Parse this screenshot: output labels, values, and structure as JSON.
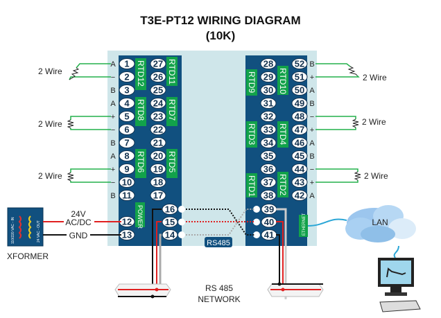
{
  "title": "T3E-PT12 WIRING DIAGRAM",
  "subtitle": "(10K)",
  "colors": {
    "panel": "#cfe6ea",
    "block": "#11507f",
    "rtd": "#12a24a",
    "wire_green": "#22b04a",
    "power_red": "#e02020",
    "ground_black": "#111111",
    "ethernet_cyan": "#2aa6d6"
  },
  "left_block": {
    "col1": [
      "1",
      "2",
      "3",
      "4",
      "5",
      "6",
      "7",
      "8",
      "9",
      "10",
      "11"
    ],
    "col2": [
      "27",
      "26",
      "25",
      "24",
      "23",
      "22",
      "21",
      "20",
      "19",
      "18",
      "17"
    ],
    "side_labels": [
      "A",
      "−",
      "B",
      "A",
      "+",
      "−",
      "B",
      "A",
      "+",
      "−",
      "B"
    ],
    "rtd_labels": [
      "RTD12",
      "RTD11",
      "RTD8",
      "RTD7",
      "RTD6",
      "RTD5"
    ],
    "power_terminals": [
      "12",
      "13"
    ],
    "power_label": "POWER",
    "rs485_terminals": [
      "16",
      "15",
      "14"
    ]
  },
  "right_block": {
    "col1": [
      "28",
      "29",
      "30",
      "31",
      "32",
      "33",
      "34",
      "35",
      "36",
      "37",
      "38"
    ],
    "col2": [
      "52",
      "51",
      "50",
      "49",
      "48",
      "47",
      "46",
      "45",
      "44",
      "43",
      "42"
    ],
    "side_labels": [
      "B",
      "+",
      "A",
      "B",
      "−",
      "+",
      "A",
      "B",
      "−",
      "+",
      "A"
    ],
    "rtd_labels": [
      "RTD9",
      "RTD10",
      "RTD3",
      "RTD4",
      "RTD1",
      "RTD2"
    ],
    "rs485_terminals": [
      "39",
      "40",
      "41"
    ],
    "ethernet_label": "ETHERNET"
  },
  "rs485_label": "RS485",
  "wire_labels": [
    "2 Wire",
    "2 Wire",
    "2 Wire",
    "2 Wire",
    "2 Wire",
    "2 Wire"
  ],
  "power": {
    "voltage": "24V",
    "type": "AC/DC",
    "ground": "GND"
  },
  "xformer": {
    "label": "XFORMER",
    "in": "110/220 VAC - IN",
    "out": "24 VAC - OUT"
  },
  "network": {
    "line1": "RS 485",
    "line2": "NETWORK"
  },
  "lan_label": "LAN"
}
